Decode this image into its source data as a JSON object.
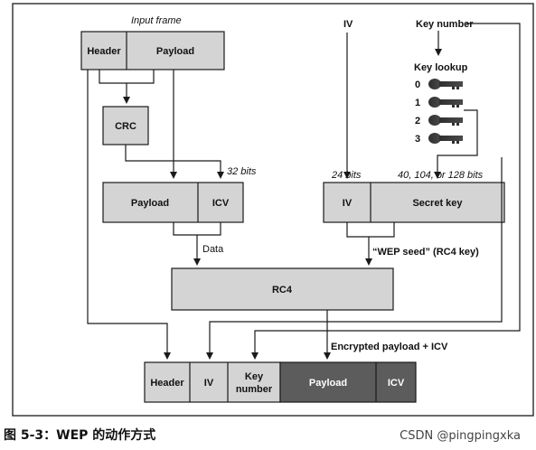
{
  "diagram": {
    "input_frame_label": "Input frame",
    "input_frame": {
      "header": "Header",
      "payload": "Payload"
    },
    "crc": "CRC",
    "bits_32": "32 bits",
    "payload_icv": {
      "payload": "Payload",
      "icv": "ICV"
    },
    "data_label": "Data",
    "iv_top_label": "IV",
    "key_number_label": "Key number",
    "key_lookup_label": "Key lookup",
    "keys": [
      "0",
      "1",
      "2",
      "3"
    ],
    "bits_24": "24 bits",
    "bits_key": "40, 104, or 128 bits",
    "iv_secret": {
      "iv": "IV",
      "secret_key": "Secret key"
    },
    "wep_seed_label": "“WEP seed” (RC4 key)",
    "rc4": "RC4",
    "encrypted_label": "Encrypted payload + ICV",
    "output_frame": {
      "header": "Header",
      "iv": "IV",
      "key_number_line1": "Key",
      "key_number_line2": "number",
      "payload": "Payload",
      "icv": "ICV"
    }
  },
  "caption": "图 5-3：WEP 的动作方式",
  "watermark": "CSDN @pingpingxka",
  "colors": {
    "light_box": "#d4d4d4",
    "dark_box": "#5c5c5c",
    "line": "#1a1a1a"
  }
}
